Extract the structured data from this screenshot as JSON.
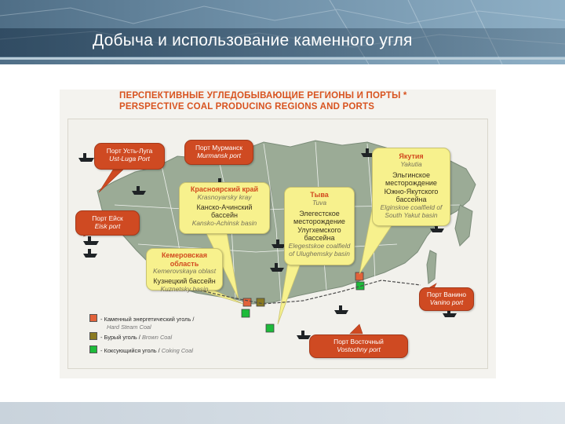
{
  "header": {
    "title": "Добыча и использование каменного угля"
  },
  "figure": {
    "title_ru": "ПЕРСПЕКТИВНЫЕ УГЛЕДОБЫВАЮЩИЕ РЕГИОНЫ И ПОРТЫ *",
    "title_en": "PERSPECTIVE COAL PRODUCING REGIONS AND PORTS"
  },
  "callouts": {
    "ust_luga": {
      "ru": "Порт Усть-Луга",
      "en": "Ust-Luga Port"
    },
    "murmansk": {
      "ru": "Порт Мурманск",
      "en": "Murmansk port"
    },
    "eisk": {
      "ru": "Порт Ейск",
      "en": "Eisk port"
    },
    "krasnoyarsk": {
      "ru": "Красноярский край",
      "en": "Krasnoyarsky kray",
      "basin_ru": "Канско-Ачинский бассейн",
      "basin_en": "Kansko-Achinsk basin"
    },
    "tuva": {
      "ru": "Тыва",
      "en": "Tuva",
      "field_ru": "Элегестское месторождение Улугхемского бассейна",
      "field_en": "Elegestskoe coalfield of Ulughemsky basin"
    },
    "yakutia": {
      "ru": "Якутия",
      "en": "Yakutia",
      "field_ru": "Эльгинское месторождение Южно-Якутского бассейна",
      "field_en": "Elginskoe coalfield of South Yakut basin"
    },
    "kemerovo": {
      "ru": "Кемеровская область",
      "en": "Kemerovskaya oblast",
      "basin_ru": "Кузнецкий бассейн",
      "basin_en": "Kuznetsky basin"
    },
    "vanino": {
      "ru": "Порт Ванино",
      "en": "Vanino port"
    },
    "vostochny": {
      "ru": "Порт Восточный",
      "en": "Vostochny port"
    }
  },
  "legend": [
    {
      "ru": "- Каменный энергетический уголь /",
      "en": "Hard Steam Coal",
      "color": "#e2623a"
    },
    {
      "ru": "- Бурый уголь /",
      "en": "Brown Coal",
      "color": "#8a7a22"
    },
    {
      "ru": "- Коксующийся уголь /",
      "en": "Coking Coal",
      "color": "#1dbb3a"
    }
  ],
  "colors": {
    "land": "#9bab96",
    "hard_coal": "#e2623a",
    "brown_coal": "#8a7a22",
    "coking_coal": "#1dbb3a",
    "callout_red": "#cf4a22",
    "callout_yellow": "#f7f18d"
  }
}
